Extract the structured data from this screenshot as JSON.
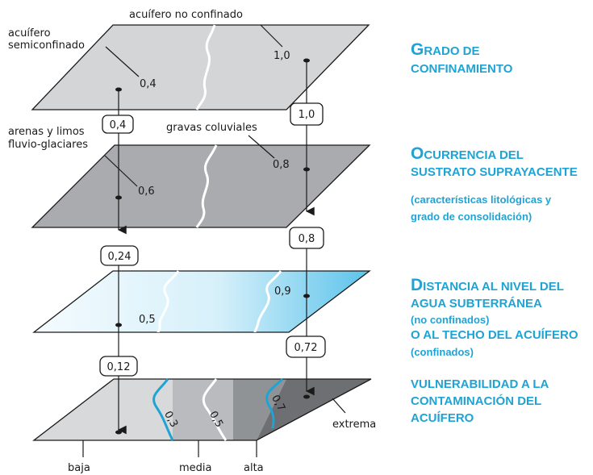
{
  "layers": {
    "top": {
      "label_left": "acuífero\nsemiconfinado",
      "label_right": "acuífero no confinado",
      "value_left": "0,4",
      "value_right": "1,0"
    },
    "second": {
      "label_left": "arenas y limos\nfluvio-glaciares",
      "label_right": "gravas coluviales",
      "value_left": "0,6",
      "value_right": "0,8"
    },
    "third": {
      "value_left": "0,5",
      "value_right": "0,9"
    },
    "bottom": {
      "contour_1": "0,3",
      "contour_2": "0,5",
      "contour_3": "0,7",
      "extreme_label": "extrema"
    }
  },
  "boxes": {
    "b1": "0,4",
    "b2": "1,0",
    "b3": "0,24",
    "b4": "0,8",
    "b5": "0,12",
    "b6": "0,72"
  },
  "axis": {
    "low": "baja",
    "medium": "media",
    "high": "alta"
  },
  "legend": {
    "h1_cap": "G",
    "h1_rest": "RADO DE",
    "h1_line2": "CONFINAMIENTO",
    "h2_cap": "O",
    "h2_rest": "CURRENCIA DEL",
    "h2_line2": "SUSTRATO SUPRAYACENTE",
    "h2_note1": "(características litológicas y",
    "h2_note2": "grado de consolidación)",
    "h3_cap": "D",
    "h3_rest": "ISTANCIA AL  NIVEL DEL",
    "h3_line2": "AGUA SUBTERRÁNEA",
    "h3_note1": "(no confinados)",
    "h3_line3": "O AL TECHO DEL ACUÍFERO",
    "h3_note2": "(confinados)",
    "h4_line1": "VULNERABILIDAD A LA",
    "h4_line2": "CONTAMINACIÓN DEL",
    "h4_line3": "ACUÍFERO"
  },
  "colors": {
    "accent": "#1fa3d4",
    "layer_light": "#d4d5d7",
    "layer_mid": "#a9abae",
    "layer_blue": "#7fd0ee"
  }
}
